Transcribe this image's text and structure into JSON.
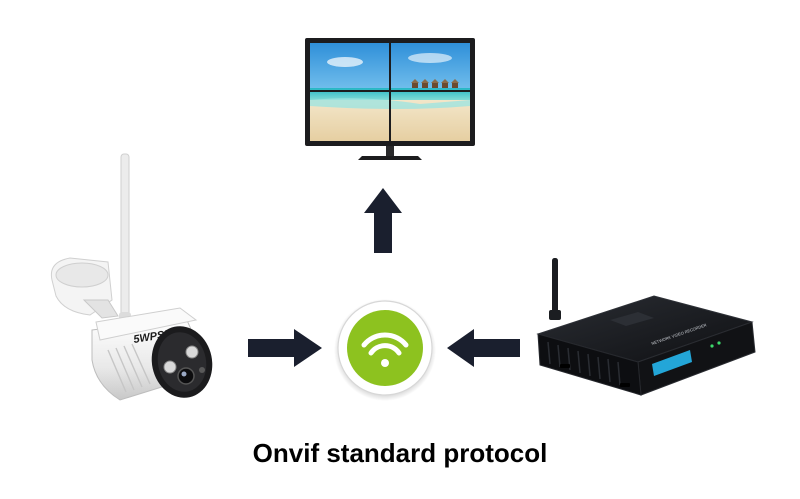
{
  "caption": "Onvif standard protocol",
  "camera": {
    "brand": "5WPSII"
  },
  "nvr": {
    "front_label": "NETWORK VIDEO RECORDER"
  },
  "icons": {
    "center": "wifi-icon",
    "arrows": [
      "arrow-right-icon",
      "arrow-left-icon",
      "arrow-up-icon"
    ]
  },
  "colors": {
    "wifi_green": "#8dc21f",
    "arrow": "#1a1f2e",
    "nvr_body": "#16181c",
    "nvr_panel": "#23a6d8",
    "camera_body": "#f2f2f2",
    "monitor_frame": "#1c1c1e"
  }
}
